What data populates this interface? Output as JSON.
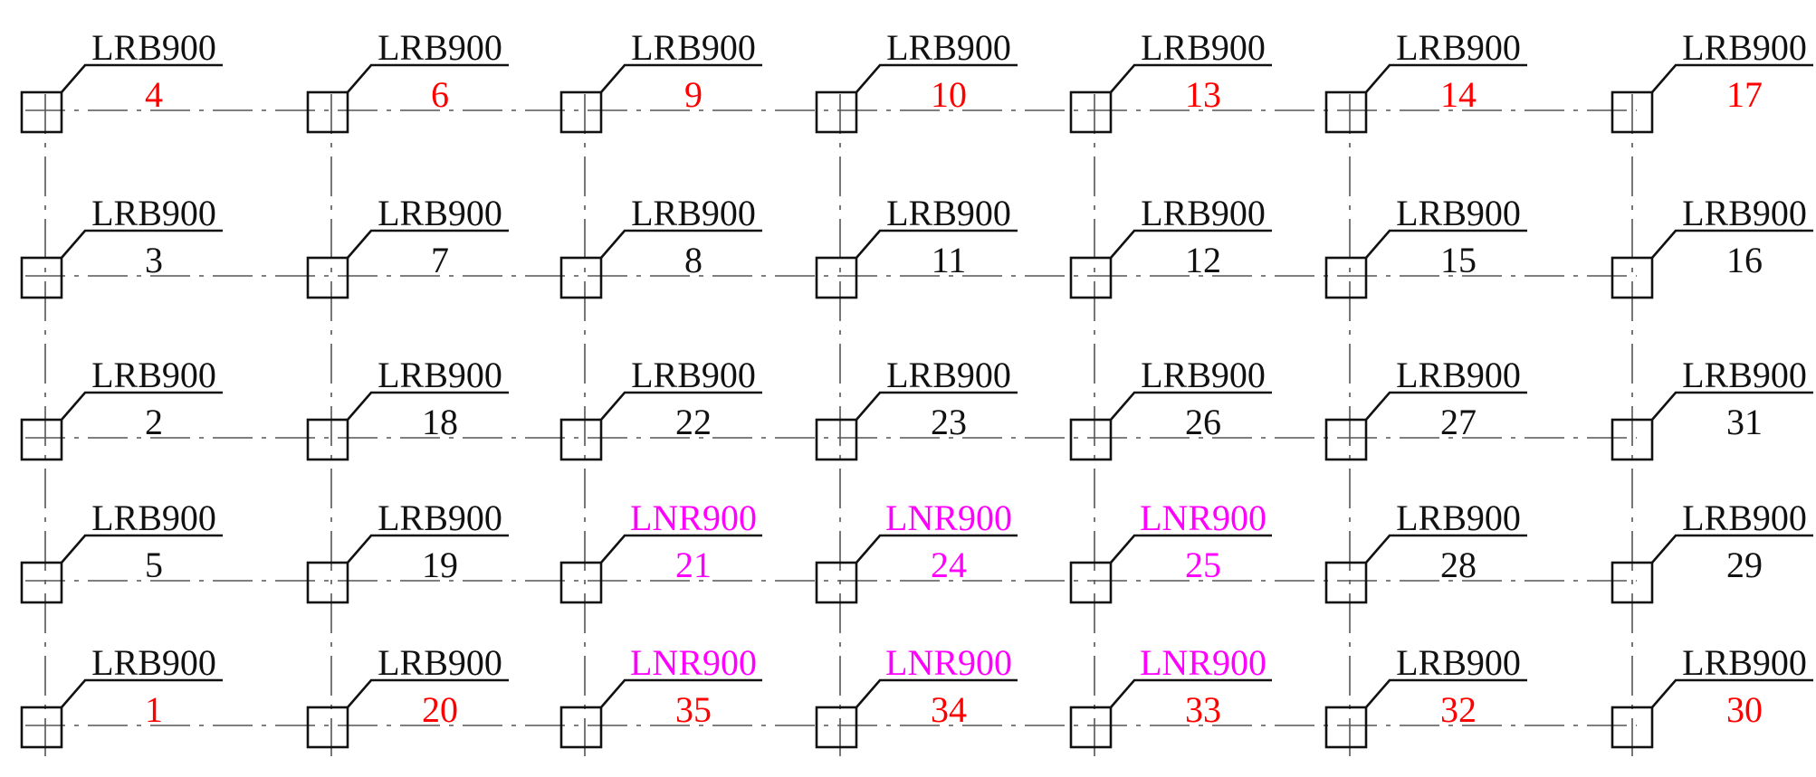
{
  "colors": {
    "default_text": "#111111",
    "red": "#ff0000",
    "magenta": "#ff00ff",
    "axis_line": "#555555",
    "leader_line": "#111111"
  },
  "grid": {
    "columns": 7,
    "rows": 5
  },
  "bearings": [
    {
      "row": 0,
      "col": 0,
      "type": "LRB900",
      "number": "4",
      "type_color": "default_text",
      "number_color": "red"
    },
    {
      "row": 0,
      "col": 1,
      "type": "LRB900",
      "number": "6",
      "type_color": "default_text",
      "number_color": "red"
    },
    {
      "row": 0,
      "col": 2,
      "type": "LRB900",
      "number": "9",
      "type_color": "default_text",
      "number_color": "red"
    },
    {
      "row": 0,
      "col": 3,
      "type": "LRB900",
      "number": "10",
      "type_color": "default_text",
      "number_color": "red"
    },
    {
      "row": 0,
      "col": 4,
      "type": "LRB900",
      "number": "13",
      "type_color": "default_text",
      "number_color": "red"
    },
    {
      "row": 0,
      "col": 5,
      "type": "LRB900",
      "number": "14",
      "type_color": "default_text",
      "number_color": "red"
    },
    {
      "row": 0,
      "col": 6,
      "type": "LRB900",
      "number": "17",
      "type_color": "default_text",
      "number_color": "red"
    },
    {
      "row": 1,
      "col": 0,
      "type": "LRB900",
      "number": "3",
      "type_color": "default_text",
      "number_color": "default_text"
    },
    {
      "row": 1,
      "col": 1,
      "type": "LRB900",
      "number": "7",
      "type_color": "default_text",
      "number_color": "default_text"
    },
    {
      "row": 1,
      "col": 2,
      "type": "LRB900",
      "number": "8",
      "type_color": "default_text",
      "number_color": "default_text"
    },
    {
      "row": 1,
      "col": 3,
      "type": "LRB900",
      "number": "11",
      "type_color": "default_text",
      "number_color": "default_text"
    },
    {
      "row": 1,
      "col": 4,
      "type": "LRB900",
      "number": "12",
      "type_color": "default_text",
      "number_color": "default_text"
    },
    {
      "row": 1,
      "col": 5,
      "type": "LRB900",
      "number": "15",
      "type_color": "default_text",
      "number_color": "default_text"
    },
    {
      "row": 1,
      "col": 6,
      "type": "LRB900",
      "number": "16",
      "type_color": "default_text",
      "number_color": "default_text"
    },
    {
      "row": 2,
      "col": 0,
      "type": "LRB900",
      "number": "2",
      "type_color": "default_text",
      "number_color": "default_text"
    },
    {
      "row": 2,
      "col": 1,
      "type": "LRB900",
      "number": "18",
      "type_color": "default_text",
      "number_color": "default_text"
    },
    {
      "row": 2,
      "col": 2,
      "type": "LRB900",
      "number": "22",
      "type_color": "default_text",
      "number_color": "default_text"
    },
    {
      "row": 2,
      "col": 3,
      "type": "LRB900",
      "number": "23",
      "type_color": "default_text",
      "number_color": "default_text"
    },
    {
      "row": 2,
      "col": 4,
      "type": "LRB900",
      "number": "26",
      "type_color": "default_text",
      "number_color": "default_text"
    },
    {
      "row": 2,
      "col": 5,
      "type": "LRB900",
      "number": "27",
      "type_color": "default_text",
      "number_color": "default_text"
    },
    {
      "row": 2,
      "col": 6,
      "type": "LRB900",
      "number": "31",
      "type_color": "default_text",
      "number_color": "default_text"
    },
    {
      "row": 3,
      "col": 0,
      "type": "LRB900",
      "number": "5",
      "type_color": "default_text",
      "number_color": "default_text"
    },
    {
      "row": 3,
      "col": 1,
      "type": "LRB900",
      "number": "19",
      "type_color": "default_text",
      "number_color": "default_text"
    },
    {
      "row": 3,
      "col": 2,
      "type": "LNR900",
      "number": "21",
      "type_color": "magenta",
      "number_color": "magenta"
    },
    {
      "row": 3,
      "col": 3,
      "type": "LNR900",
      "number": "24",
      "type_color": "magenta",
      "number_color": "magenta"
    },
    {
      "row": 3,
      "col": 4,
      "type": "LNR900",
      "number": "25",
      "type_color": "magenta",
      "number_color": "magenta"
    },
    {
      "row": 3,
      "col": 5,
      "type": "LRB900",
      "number": "28",
      "type_color": "default_text",
      "number_color": "default_text"
    },
    {
      "row": 3,
      "col": 6,
      "type": "LRB900",
      "number": "29",
      "type_color": "default_text",
      "number_color": "default_text"
    },
    {
      "row": 4,
      "col": 0,
      "type": "LRB900",
      "number": "1",
      "type_color": "default_text",
      "number_color": "red"
    },
    {
      "row": 4,
      "col": 1,
      "type": "LRB900",
      "number": "20",
      "type_color": "default_text",
      "number_color": "red"
    },
    {
      "row": 4,
      "col": 2,
      "type": "LNR900",
      "number": "35",
      "type_color": "magenta",
      "number_color": "red"
    },
    {
      "row": 4,
      "col": 3,
      "type": "LNR900",
      "number": "34",
      "type_color": "magenta",
      "number_color": "red"
    },
    {
      "row": 4,
      "col": 4,
      "type": "LNR900",
      "number": "33",
      "type_color": "magenta",
      "number_color": "red"
    },
    {
      "row": 4,
      "col": 5,
      "type": "LRB900",
      "number": "32",
      "type_color": "default_text",
      "number_color": "red"
    },
    {
      "row": 4,
      "col": 6,
      "type": "LRB900",
      "number": "30",
      "type_color": "default_text",
      "number_color": "red"
    }
  ]
}
